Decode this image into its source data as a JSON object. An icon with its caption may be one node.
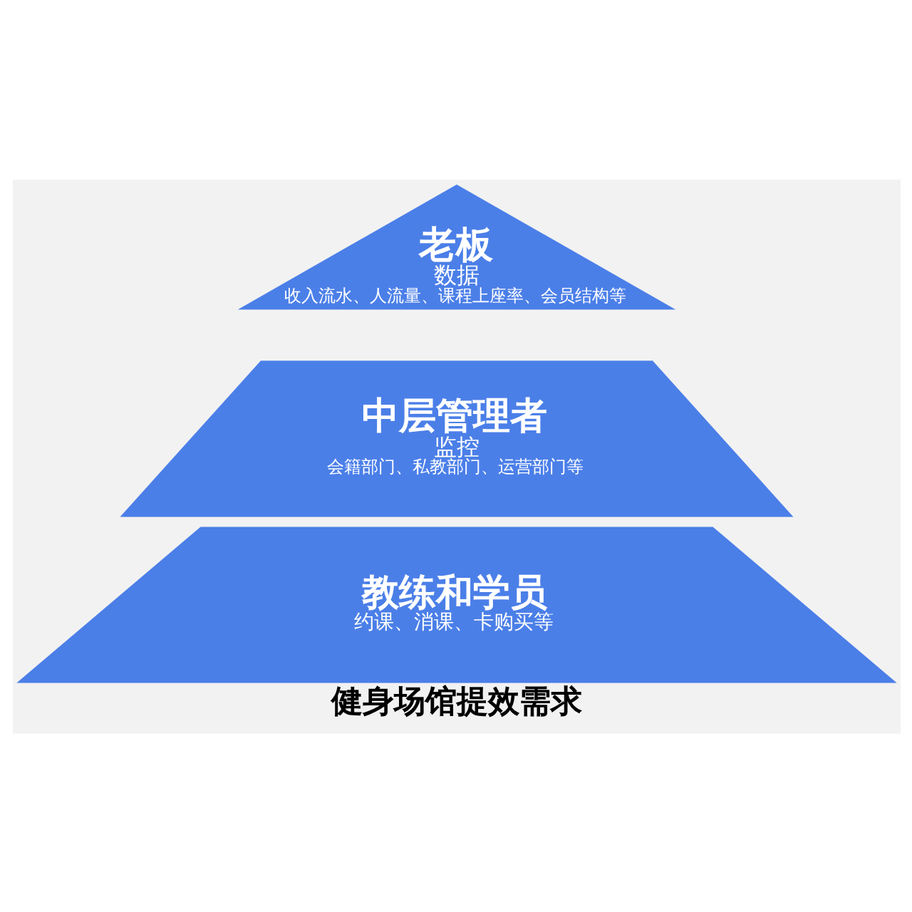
{
  "diagram": {
    "caption": "健身场馆提效需求",
    "nodes": [
      {
        "text": [
          "老板",
          "数据",
          "收入流水、人流量、课程上座率、会员结构等"
        ]
      },
      {
        "text": [
          "中层管理者",
          "监控",
          "会籍部门、私教部门、运营部门等"
        ]
      },
      {
        "text": [
          "教练和学员",
          "约课、消课、卡购买等"
        ]
      }
    ],
    "edges": []
  }
}
